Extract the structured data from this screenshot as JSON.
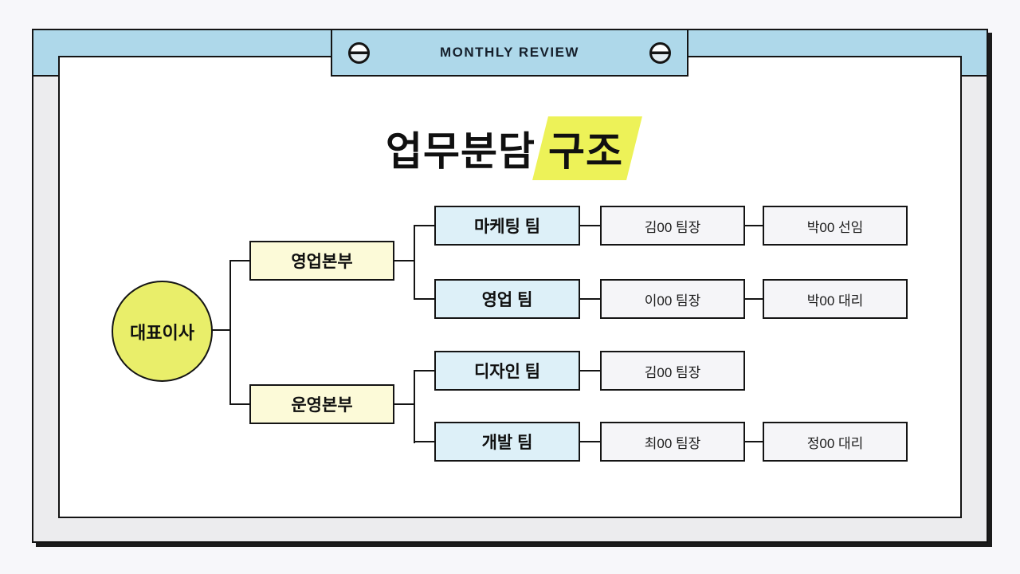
{
  "header": {
    "tab_label": "MONTHLY REVIEW"
  },
  "title": {
    "plain": "업무분담",
    "highlighted": "구조"
  },
  "org": {
    "root": {
      "label": "대표이사"
    },
    "divisions": [
      {
        "label": "영업본부",
        "teams": [
          {
            "label": "마케팅 팀",
            "members": [
              "김00 팀장",
              "박00 선임"
            ]
          },
          {
            "label": "영업 팀",
            "members": [
              "이00 팀장",
              "박00 대리"
            ]
          }
        ]
      },
      {
        "label": "운영본부",
        "teams": [
          {
            "label": "디자인 팀",
            "members": [
              "김00 팀장"
            ]
          },
          {
            "label": "개발 팀",
            "members": [
              "최00 팀장",
              "정00 대리"
            ]
          }
        ]
      }
    ]
  },
  "colors": {
    "page_bg": "#f7f7fa",
    "frame_gray": "#ececee",
    "band_blue": "#aed8ea",
    "card_white": "#ffffff",
    "ceo_yellow": "#e9ee6a",
    "division_yellow": "#fcfad8",
    "team_blue": "#ddf0f8",
    "member_gray": "#f5f5f8",
    "highlight_yellow": "#edf258",
    "line_black": "#141414"
  }
}
